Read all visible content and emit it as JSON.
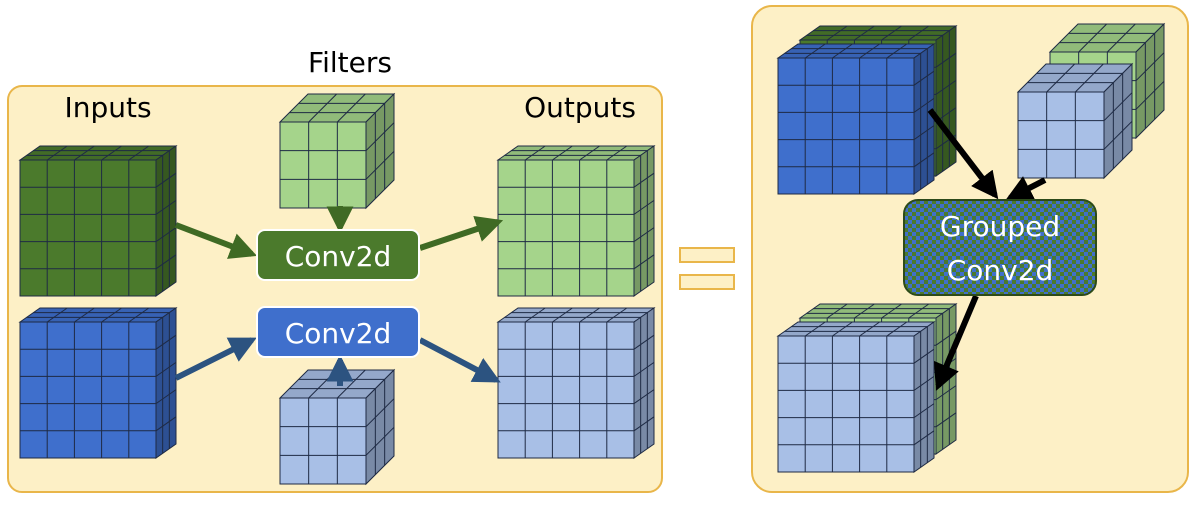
{
  "left_panel": {
    "labels": {
      "inputs": "Inputs",
      "filters": "Filters",
      "outputs": "Outputs"
    },
    "ops": {
      "top": "Conv2d",
      "bottom": "Conv2d"
    }
  },
  "equals_sign": "=",
  "right_panel": {
    "op_line1": "Grouped",
    "op_line2": "Conv2d"
  },
  "colors": {
    "panel_fill": "#fdf0c6",
    "panel_border": "#e9b64a",
    "dark_green": "#4b7a2c",
    "light_green": "#a5d48b",
    "blue": "#3f6fcc",
    "light_blue": "#a8bfe6",
    "green_arrow": "#3f6a24",
    "blue_arrow": "#2c5380",
    "black_arrow": "#000000",
    "op_text": "#ffffff"
  }
}
